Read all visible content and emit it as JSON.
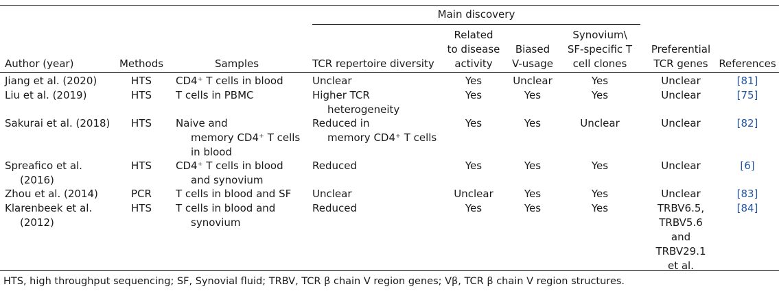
{
  "headers": {
    "author": "Author (year)",
    "methods": "Methods",
    "samples": "Samples",
    "main_discovery": "Main discovery",
    "diversity": "TCR repertoire diversity",
    "disease": [
      "Related",
      "to disease",
      "activity"
    ],
    "biased": [
      "Biased",
      "V-usage"
    ],
    "synovium": [
      "Synovium\\",
      "SF-specific T",
      "cell clones"
    ],
    "genes": [
      "Preferential",
      "TCR genes"
    ],
    "references": "References"
  },
  "rows": [
    {
      "author": [
        "Jiang et al. (2020)"
      ],
      "method": "HTS",
      "samples": [
        "CD4⁺ T cells in blood"
      ],
      "diversity": [
        "Unclear"
      ],
      "disease": "Yes",
      "biased": "Unclear",
      "synovium": "Yes",
      "genes": [
        "Unclear"
      ],
      "ref": "[81]"
    },
    {
      "author": [
        "Liu et al. (2019)"
      ],
      "method": "HTS",
      "samples": [
        "T cells in PBMC"
      ],
      "diversity": [
        "Higher TCR",
        "heterogeneity"
      ],
      "disease": "Yes",
      "biased": "Yes",
      "synovium": "Yes",
      "genes": [
        "Unclear"
      ],
      "ref": "[75]"
    },
    {
      "author": [
        "Sakurai et al. (2018)"
      ],
      "method": "HTS",
      "samples": [
        "Naive and",
        "memory CD4⁺ T cells",
        "in blood"
      ],
      "diversity": [
        "Reduced  in",
        "memory CD4⁺ T cells"
      ],
      "disease": "Yes",
      "biased": "Yes",
      "synovium": "Unclear",
      "genes": [
        "Unclear"
      ],
      "ref": "[82]"
    },
    {
      "author": [
        "Spreafico et al.",
        "(2016)"
      ],
      "method": "HTS",
      "samples": [
        "CD4⁺ T cells in blood",
        "and synovium"
      ],
      "diversity": [
        "Reduced"
      ],
      "disease": "Yes",
      "biased": "Yes",
      "synovium": "Yes",
      "genes": [
        "Unclear"
      ],
      "ref": "[6]"
    },
    {
      "author": [
        "Zhou et al. (2014)"
      ],
      "method": "PCR",
      "samples": [
        "T cells in blood and SF"
      ],
      "diversity": [
        "Unclear"
      ],
      "disease": "Unclear",
      "biased": "Yes",
      "synovium": "Yes",
      "genes": [
        "Unclear"
      ],
      "ref": "[83]"
    },
    {
      "author": [
        "Klarenbeek et al.",
        "(2012)"
      ],
      "method": "HTS",
      "samples": [
        "T cells in blood and",
        "synovium"
      ],
      "diversity": [
        "Reduced"
      ],
      "disease": "Yes",
      "biased": "Yes",
      "synovium": "Yes",
      "genes": [
        "TRBV6.5,",
        "TRBV5.6",
        "and",
        "TRBV29.1",
        "et al."
      ],
      "ref": "[84]"
    }
  ],
  "footnote": "HTS, high throughput sequencing; SF, Synovial fluid; TRBV, TCR β chain V region genes; Vβ, TCR β chain V region structures."
}
